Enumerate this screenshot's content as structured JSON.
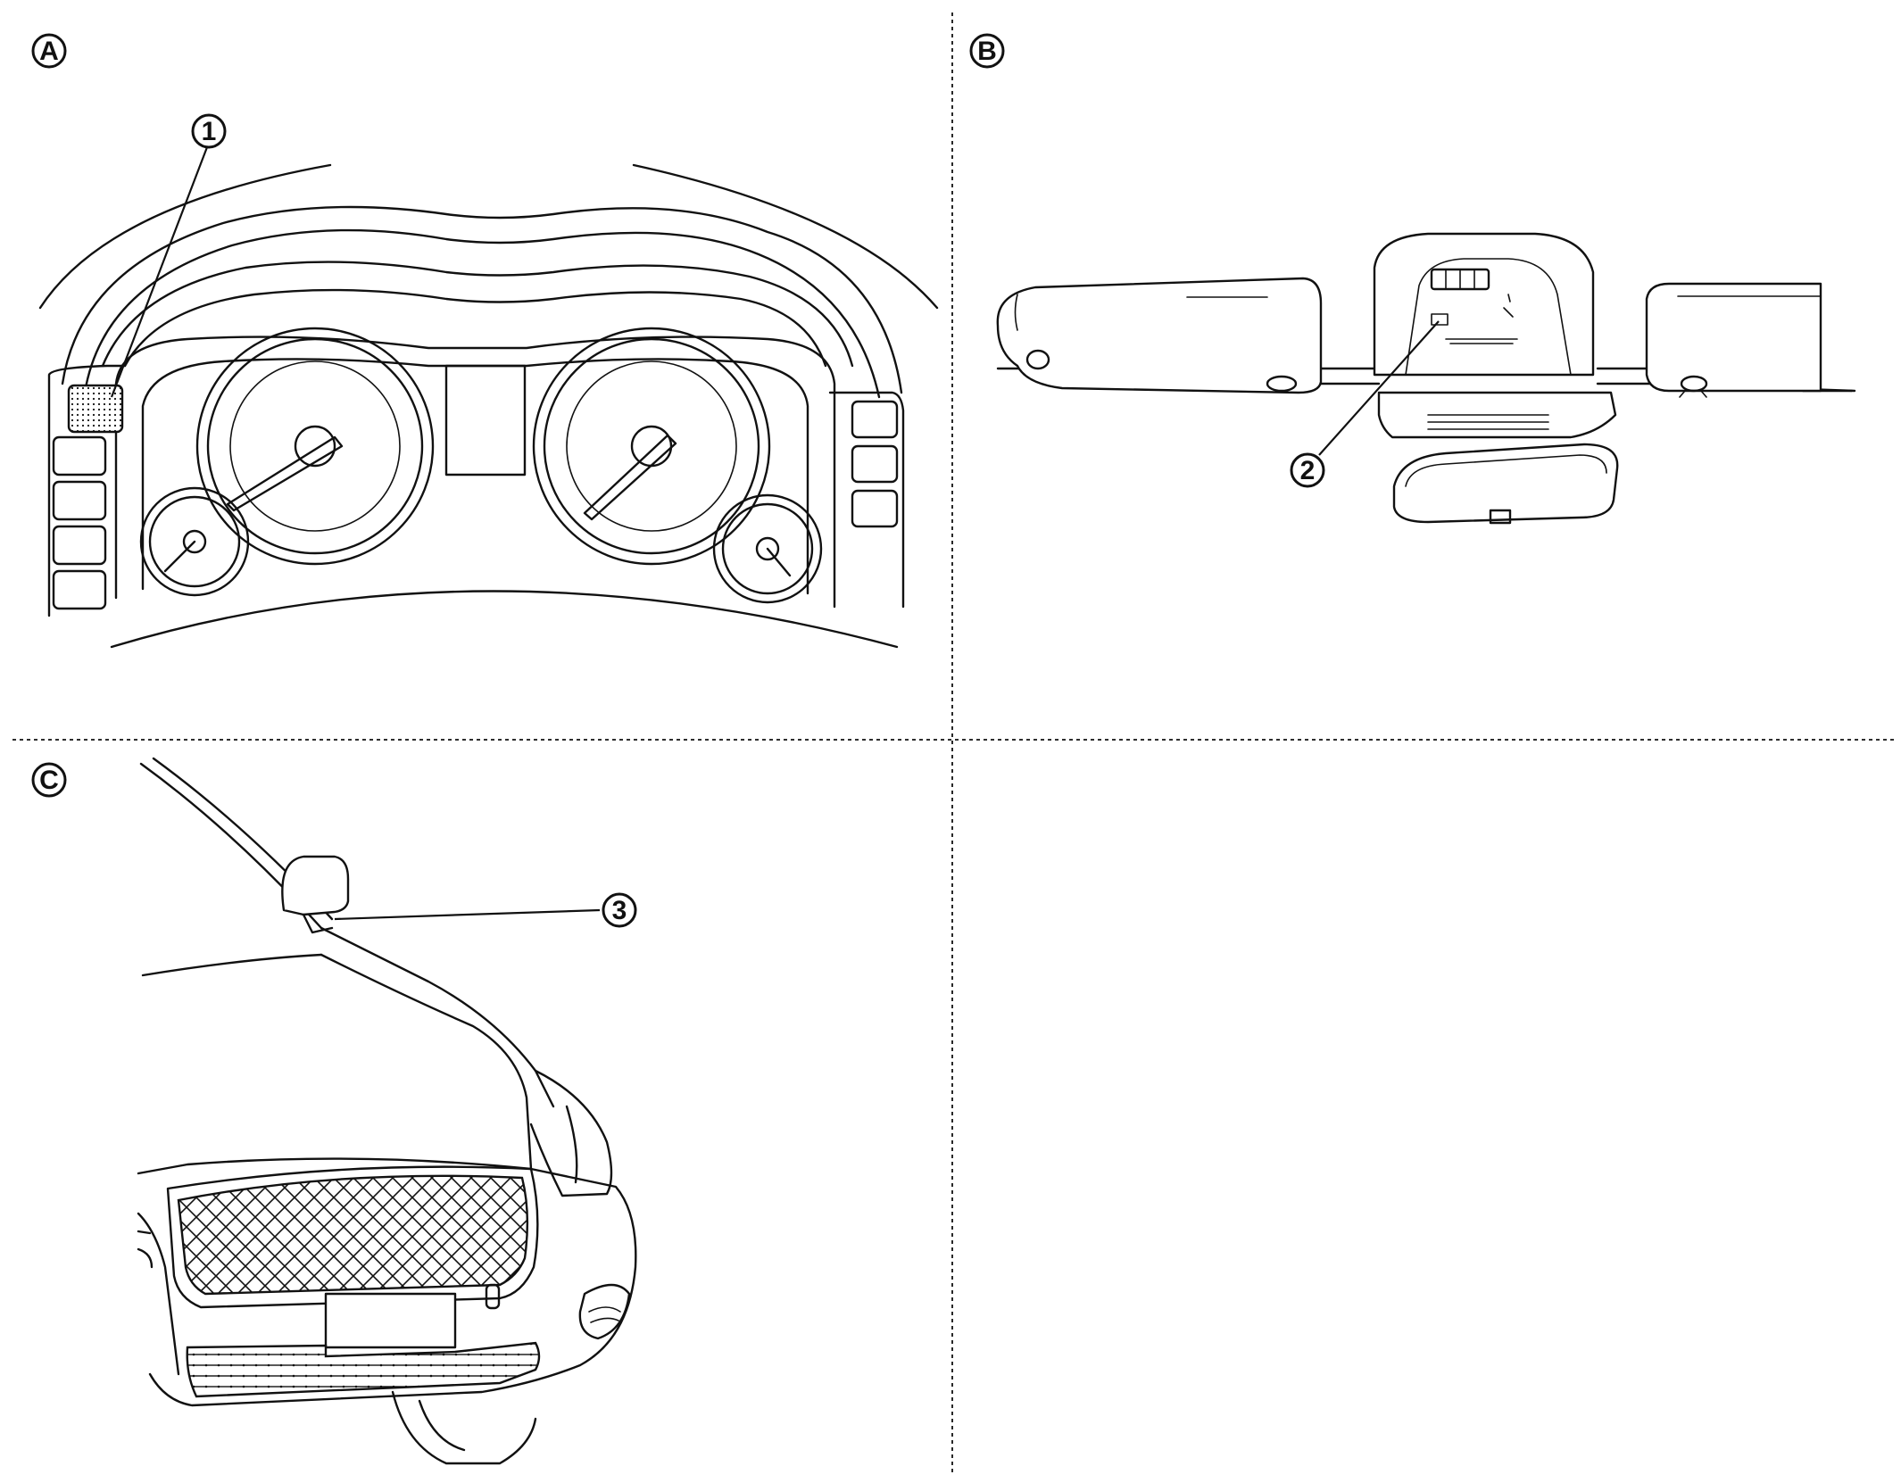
{
  "panels": [
    {
      "id": "A",
      "label": "A"
    },
    {
      "id": "B",
      "label": "B"
    },
    {
      "id": "C",
      "label": "C"
    }
  ],
  "callouts": [
    {
      "id": "1",
      "label": "1"
    },
    {
      "id": "2",
      "label": "2"
    },
    {
      "id": "3",
      "label": "3"
    }
  ],
  "colors": {
    "line": "#111111",
    "background": "#ffffff"
  }
}
